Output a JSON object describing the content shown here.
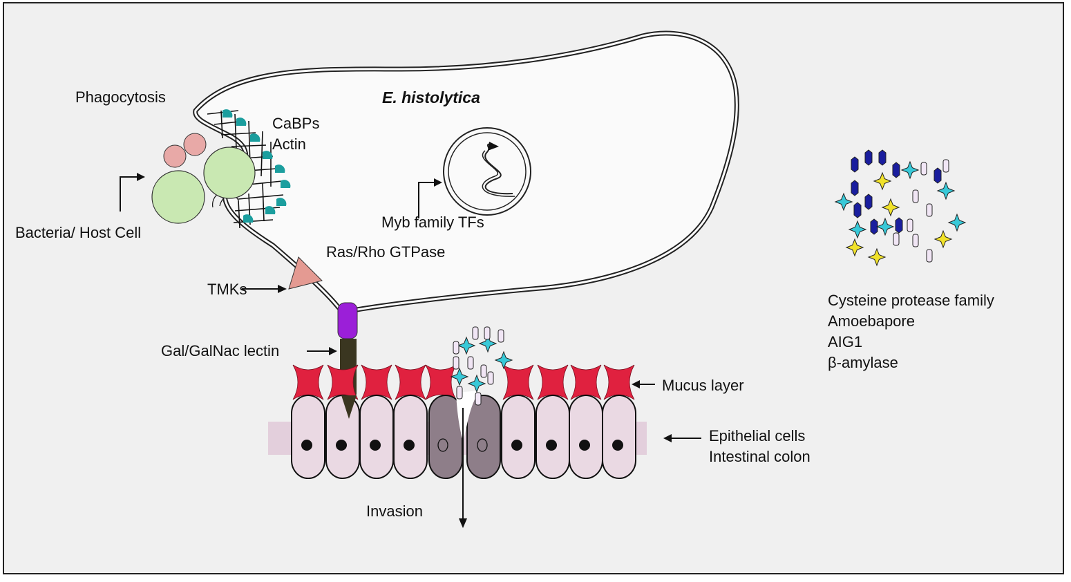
{
  "diagram": {
    "organism_label": "E. histolytica",
    "labels": {
      "phagocytosis": "Phagocytosis",
      "cabps": "CaBPs",
      "actin": "Actin",
      "bacteria_host_cell": "Bacteria/ Host Cell",
      "myb": "Myb family TFs",
      "ras_rho": "Ras/Rho GTPase",
      "tmks": "TMKs",
      "lectin": "Gal/GalNac lectin",
      "mucus": "Mucus layer",
      "epithelial": "Epithelial cells",
      "intestinal": "Intestinal colon",
      "invasion": "Invasion"
    },
    "virulence_factors": [
      "Cysteine protease family",
      "Amoebapore",
      "AIG1",
      "β-amylase"
    ]
  },
  "colors": {
    "background": "#f0f0f0",
    "membrane": "#222222",
    "host_cell": "#c9e8b2",
    "small_cell": "#e8a9a7",
    "teal_cap": "#1b9e9e",
    "tmk": "#e49a92",
    "lectin_head": "#9b1fd8",
    "lectin_body": "#3a3620",
    "mucus": "#e0213f",
    "epithelium": "#ead9e3",
    "dead_cell": "#8e7e89",
    "band": "#e3cfdc",
    "cyan_star": "#38c9d8",
    "yellow_star": "#f1e22a",
    "navy_protein": "#1a1e9e",
    "lilac_protein": "#f1e6f5"
  }
}
